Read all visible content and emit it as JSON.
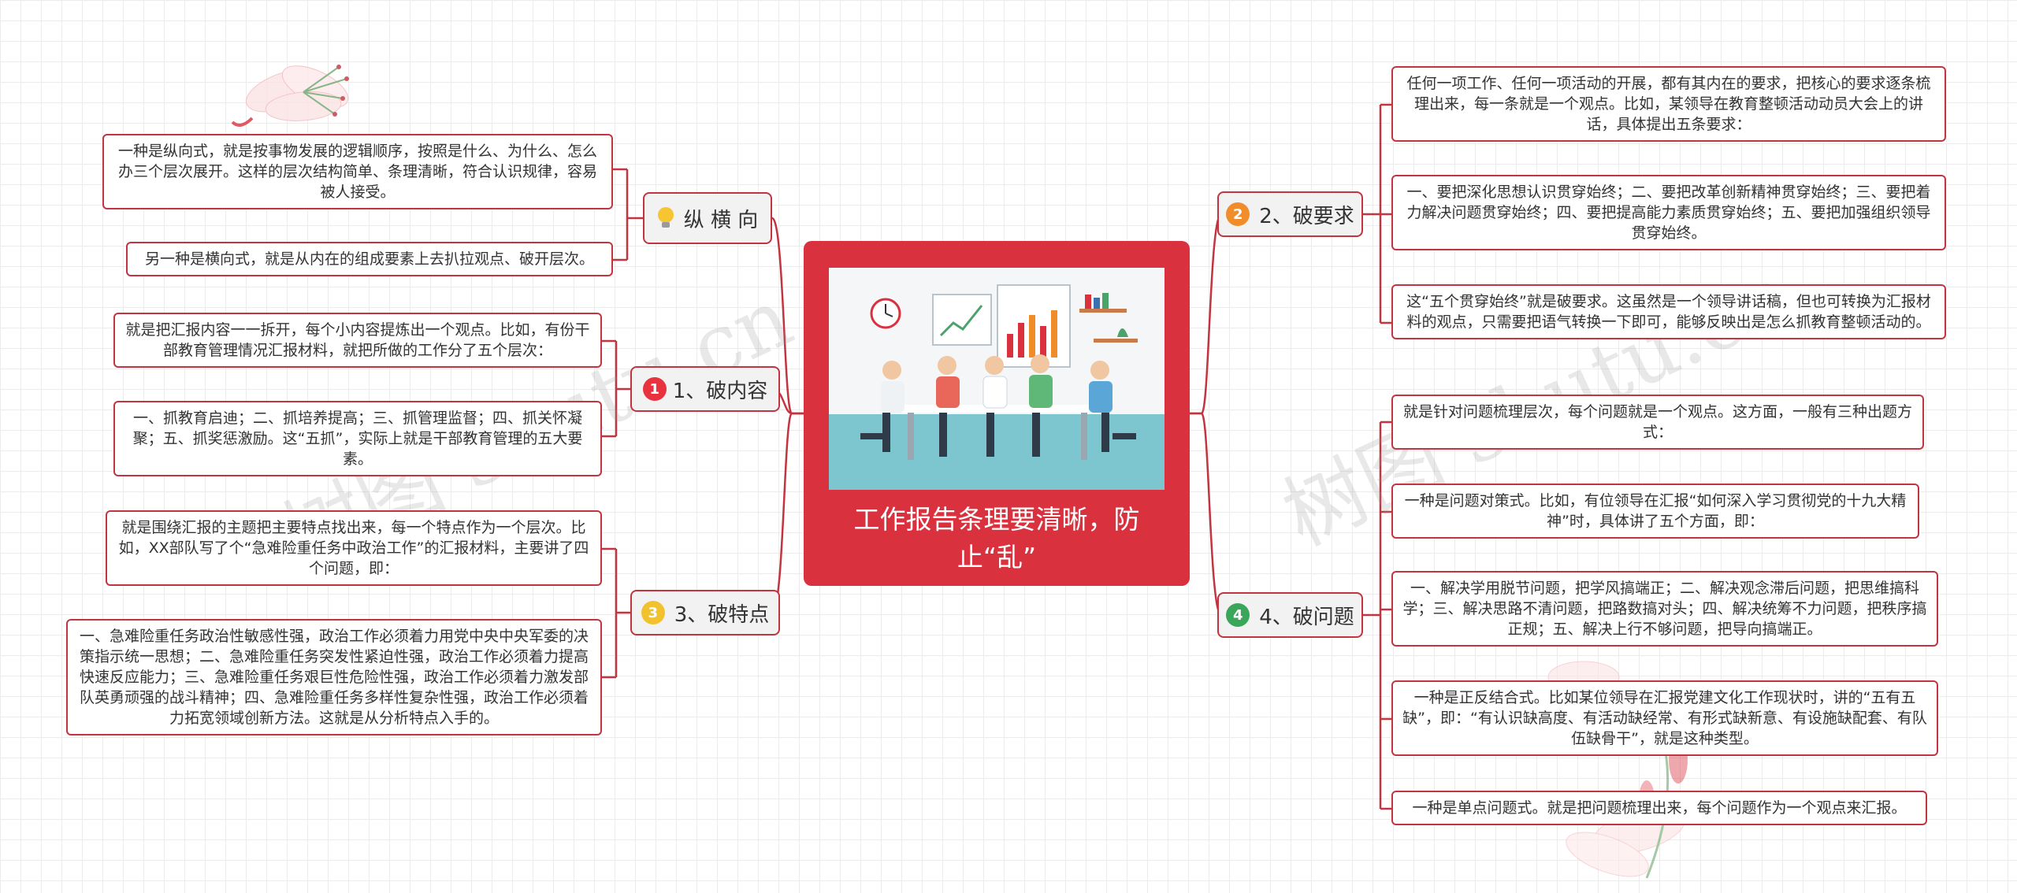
{
  "center": {
    "title": "工作报告条理要清晰，防止“乱”"
  },
  "branches": {
    "zongheng": {
      "label": "纵 横 向"
    },
    "b1": {
      "num": "1",
      "label": "1、破内容",
      "color": "#e8333f"
    },
    "b2": {
      "num": "2",
      "label": "2、破要求",
      "color": "#f08c2a"
    },
    "b3": {
      "num": "3",
      "label": "3、破特点",
      "color": "#f2c12e"
    },
    "b4": {
      "num": "4",
      "label": "4、破问题",
      "color": "#3aa65a"
    }
  },
  "leaves": {
    "zh1": "一种是纵向式，就是按事物发展的逻辑顺序，按照是什么、为什么、怎么办三个层次展开。这样的层次结构简单、条理清晰，符合认识规律，容易被人接受。",
    "zh2": "另一种是横向式，就是从内在的组成要素上去扒拉观点、破开层次。",
    "b1a": "就是把汇报内容一一拆开，每个小内容提炼出一个观点。比如，有份干部教育管理情况汇报材料，就把所做的工作分了五个层次：",
    "b1b": "一、抓教育启迪；二、抓培养提高；三、抓管理监督；四、抓关怀凝聚；五、抓奖惩激励。这“五抓”，实际上就是干部教育管理的五大要素。",
    "b3a": "就是围绕汇报的主题把主要特点找出来，每一个特点作为一个层次。比如，XX部队写了个“急难险重任务中政治工作”的汇报材料，主要讲了四个问题，即：",
    "b3b": "一、急难险重任务政治性敏感性强，政治工作必须着力用党中央中央军委的决策指示统一思想；二、急难险重任务突发性紧迫性强，政治工作必须着力提高快速反应能力；三、急难险重任务艰巨性危险性强，政治工作必须着力激发部队英勇顽强的战斗精神；四、急难险重任务多样性复杂性强，政治工作必须着力拓宽领域创新方法。这就是从分析特点入手的。",
    "b2a": "任何一项工作、任何一项活动的开展，都有其内在的要求，把核心的要求逐条梳理出来，每一条就是一个观点。比如，某领导在教育整顿活动动员大会上的讲话，具体提出五条要求：",
    "b2b": "一、要把深化思想认识贯穿始终；二、要把改革创新精神贯穿始终；三、要把着力解决问题贯穿始终；四、要把提高能力素质贯穿始终；五、要把加强组织领导贯穿始终。",
    "b2c": "这“五个贯穿始终”就是破要求。这虽然是一个领导讲话稿，但也可转换为汇报材料的观点，只需要把语气转换一下即可，能够反映出是怎么抓教育整顿活动的。",
    "b4a": "就是针对问题梳理层次，每个问题就是一个观点。这方面，一般有三种出题方式：",
    "b4b": "一种是问题对策式。比如，有位领导在汇报“如何深入学习贯彻党的十九大精神”时，具体讲了五个方面，即：",
    "b4c": "一、解决学用脱节问题，把学风搞端正；二、解决观念滞后问题，把思维搞科学；三、解决思路不清问题，把路数搞对头；四、解决统筹不力问题，把秩序搞正规；五、解决上行不够问题，把导向搞端正。",
    "b4d": "一种是正反结合式。比如某位领导在汇报党建文化工作现状时，讲的“五有五缺”，即：“有认识缺高度、有活动缺经常、有形式缺新意、有设施缺配套、有队伍缺骨干”，就是这种类型。",
    "b4e": "一种是单点问题式。就是把问题梳理出来，每个问题作为一个观点来汇报。"
  },
  "watermarks": [
    "树图 shutu.cn",
    "树图 shutu.cn"
  ],
  "colors": {
    "accent": "#d9323e",
    "line": "#c2343f",
    "branch_bg": "#f2f2f2"
  },
  "icons": {
    "zongheng": "lightbulb-icon"
  }
}
